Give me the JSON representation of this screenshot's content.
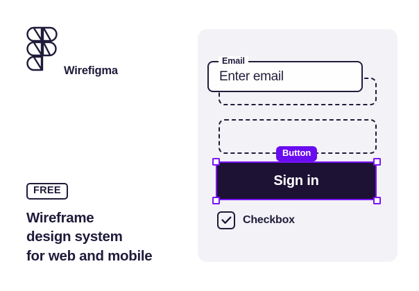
{
  "brand": {
    "logo_icon": "wirefigma-logo-icon",
    "name": "Wirefigma"
  },
  "promo": {
    "badge": "FREE",
    "headline_lines": [
      "Wireframe",
      "design system",
      "for web and mobile"
    ]
  },
  "form": {
    "email": {
      "label": "Email",
      "value": "Enter email",
      "placeholder": "Enter email"
    },
    "button_badge": "Button",
    "submit_label": "Sign in",
    "checkbox": {
      "label": "Checkbox",
      "checked": true,
      "icon": "check-icon"
    }
  },
  "colors": {
    "ink": "#1E1B3A",
    "panel_bg": "#F3F2F7",
    "accent_purple": "#6A0CF0",
    "selection_purple": "#7A14F5",
    "button_fill": "#1D1134",
    "page_bg": "#FFFFFF"
  }
}
